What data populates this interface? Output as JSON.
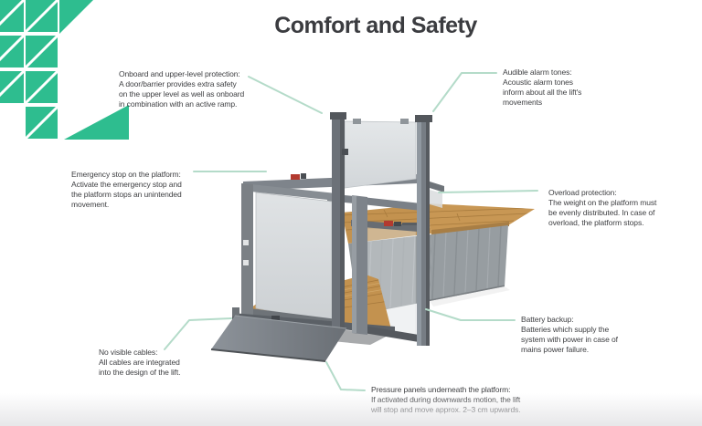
{
  "title": "Comfort and Safety",
  "colors": {
    "accent_green": "#2ebd8f",
    "leader_green": "#b4dbc9",
    "heading_text": "#3b3c40",
    "body_text": "#3e3f42",
    "wood": "#c3924f",
    "concrete": "#979da1",
    "frame_gray": "#70757b",
    "glass_gray": "#dfe2e4",
    "estop_red": "#b33a2f"
  },
  "illustration": {
    "name": "vertical-platform-lift",
    "alt": "3D render of a vertical platform lift with glass safety barriers, wooden platform floor, access ramp, red emergency stop buttons and an upper landing with wooden deck on a concrete base"
  },
  "callouts": [
    {
      "id": "onboard-protection",
      "label": "Onboard and upper-level protection:",
      "description": "A door/barrier provides extra safety\non the upper level as well as onboard\nin combination with an active ramp."
    },
    {
      "id": "audible-alarm",
      "label": "Audible alarm tones:",
      "description": "Acoustic alarm tones\ninform about all the lift's\nmovements"
    },
    {
      "id": "emergency-stop",
      "label": "Emergency stop on the platform:",
      "description": "Activate the emergency stop and\nthe platform stops an unintended\nmovement."
    },
    {
      "id": "overload-protection",
      "label": "Overload protection:",
      "description": "The weight on the platform must\nbe evenly distributed. In case of\noverload, the platform stops."
    },
    {
      "id": "no-visible-cables",
      "label": "No visible cables:",
      "description": "All cables are integrated\ninto the design of the lift."
    },
    {
      "id": "battery-backup",
      "label": "Battery backup:",
      "description": "Batteries which supply the\nsystem with power in case of\nmains power failure."
    },
    {
      "id": "pressure-panels",
      "label": "Pressure panels underneath the platform:",
      "description": "If activated during downwards motion, the lift\nwill stop and move approx. 2–3 cm upwards."
    }
  ]
}
